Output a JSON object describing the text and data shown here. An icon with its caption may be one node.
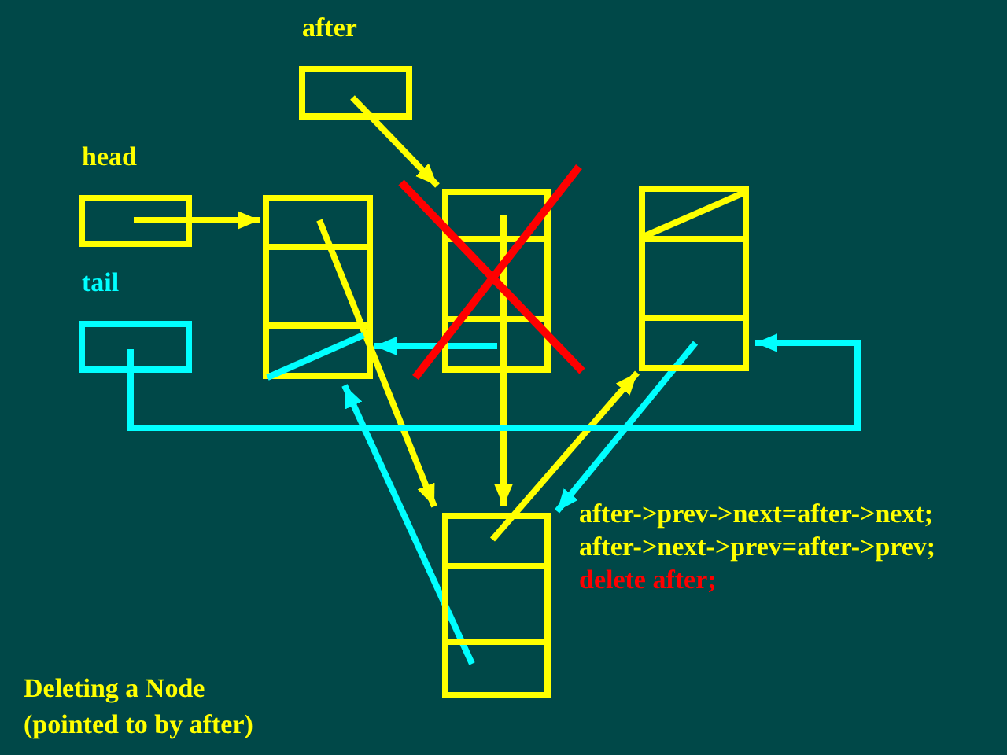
{
  "diagram": {
    "title": "Deleting a Node (pointed to by after)",
    "nodes": [
      {
        "text": [
          "after"
        ]
      },
      {
        "text": [
          "head"
        ]
      },
      {
        "text": [
          "tail"
        ]
      },
      {
        "text": [],
        "shape": "box"
      },
      {
        "text": [],
        "shape": "box"
      },
      {
        "text": [],
        "shape": "box"
      },
      {
        "text": [],
        "shape": "box"
      }
    ],
    "edges": [
      {
        "from": 0,
        "to": 4,
        "arrow": "to"
      },
      {
        "from": 1,
        "to": 3,
        "arrow": "to"
      },
      {
        "from": 3,
        "to": 6,
        "arrow": "to"
      },
      {
        "from": 4,
        "to": 6,
        "arrow": "to"
      },
      {
        "from": 6,
        "to": 5,
        "arrow": "to"
      },
      {
        "from": 5,
        "to": 6,
        "arrow": "to",
        "color": "#00ffff"
      },
      {
        "from": 6,
        "to": 3,
        "arrow": "to",
        "color": "#00ffff"
      },
      {
        "from": 4,
        "to": 3,
        "arrow": "to",
        "color": "#00ffff"
      },
      {
        "from": 2,
        "to": 5,
        "arrow": "to",
        "color": "#00ffff"
      }
    ],
    "labels": [
      "after->prev->next=after->next;",
      "after->next->prev=after->prev;",
      "delete after;"
    ]
  }
}
